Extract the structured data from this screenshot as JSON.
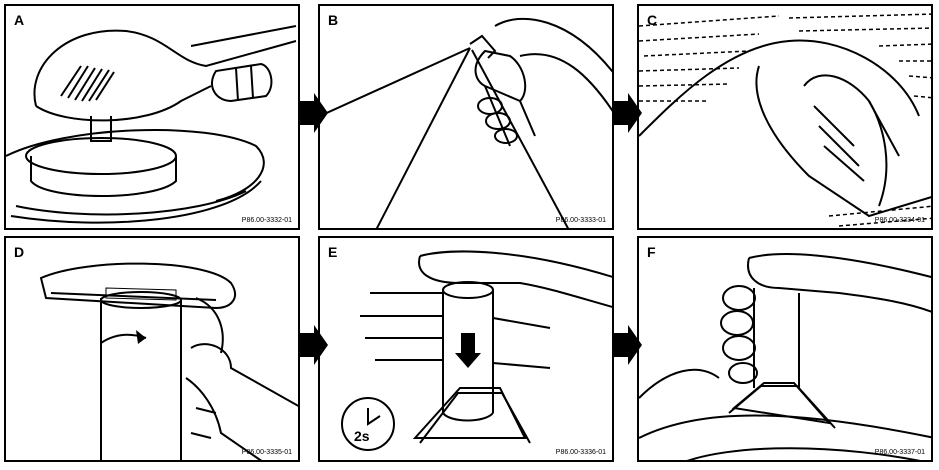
{
  "panels": [
    {
      "letter": "A",
      "code": "P86.00-3332-01",
      "icon": "polisher-icon"
    },
    {
      "letter": "B",
      "code": "P86.00-3333-01",
      "icon": "spray-can-icon"
    },
    {
      "letter": "C",
      "code": "P86.00-3334-01",
      "icon": "wiping-hand-icon"
    },
    {
      "letter": "D",
      "code": "P86.00-3335-01",
      "icon": "tube-twist-icon"
    },
    {
      "letter": "E",
      "code": "P86.00-3336-01",
      "icon": "press-down-icon"
    },
    {
      "letter": "F",
      "code": "P86.00-3337-01",
      "icon": "grip-tube-icon"
    }
  ],
  "timer": {
    "label": "2s",
    "icon": "clock-icon"
  },
  "colors": {
    "line": "#000000",
    "background": "#ffffff"
  }
}
